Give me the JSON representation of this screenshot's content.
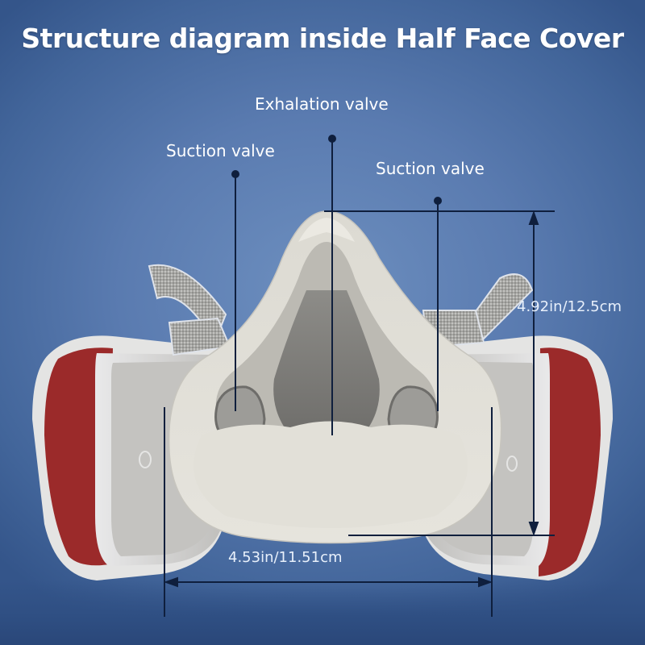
{
  "title": "Structure diagram inside Half Face Cover",
  "callouts": [
    {
      "label": "Exhalation valve",
      "target": "exhalation-valve"
    },
    {
      "label": "Suction valve",
      "target": "left-suction-valve"
    },
    {
      "label": "Suction valve",
      "target": "right-suction-valve"
    }
  ],
  "dimensions": {
    "height": "4.92in/12.5cm",
    "width": "4.53in/11.51cm"
  },
  "colors": {
    "background": "#5a7bb0",
    "mask_body": "#d8d6cf",
    "cartridge_label": "#9b2a2a",
    "strap": "#a9a9a6",
    "leader_line": "#0f1f3d"
  }
}
